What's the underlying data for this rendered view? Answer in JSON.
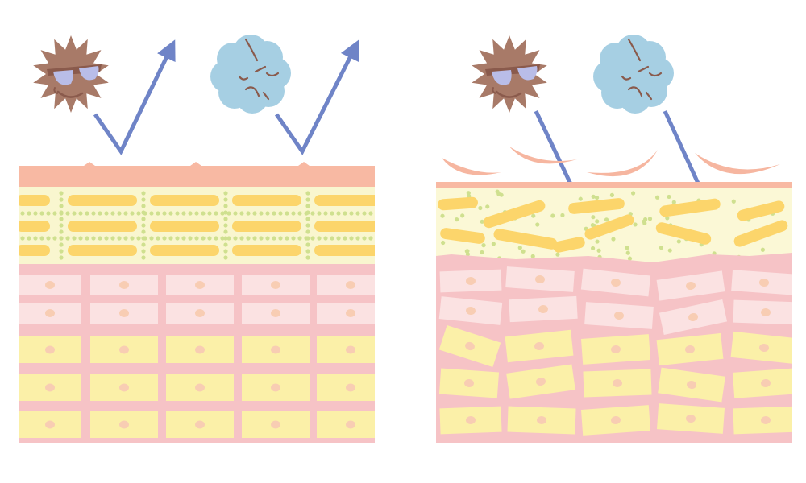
{
  "colors": {
    "background": "#ffffff",
    "stratum_corneum": "#f8b9a3",
    "flake": "#f6b6a0",
    "matrix_healthy": "#f9f6cf",
    "matrix_damaged": "#fbf8d6",
    "lipid_dot": "#cfe08f",
    "lipid_bar": "#fcd56b",
    "dermis_tissue": "#f6c3c6",
    "cell_pink": "#fbe2e2",
    "cell_yellow": "#fbf0a8",
    "nucleus": "#f8cdb3",
    "arrow": "#6f84c7",
    "irritant_brown": "#a87a68",
    "irritant_face": "#b9bde8",
    "irritant_line": "#8a5a4c",
    "irritant_blue": "#a6cfe3"
  },
  "panels": [
    {
      "name": "healthy-skin",
      "state": "healthy",
      "irritants": [
        {
          "kind": "spiky-particle",
          "icon": "spiky-particle-icon"
        },
        {
          "kind": "cloud-particle",
          "icon": "cloud-particle-icon"
        }
      ],
      "arrow_effect": "reflected"
    },
    {
      "name": "damaged-skin",
      "state": "damaged",
      "irritants": [
        {
          "kind": "spiky-particle",
          "icon": "spiky-particle-icon"
        },
        {
          "kind": "cloud-particle",
          "icon": "cloud-particle-icon"
        }
      ],
      "arrow_effect": "penetrating"
    }
  ]
}
